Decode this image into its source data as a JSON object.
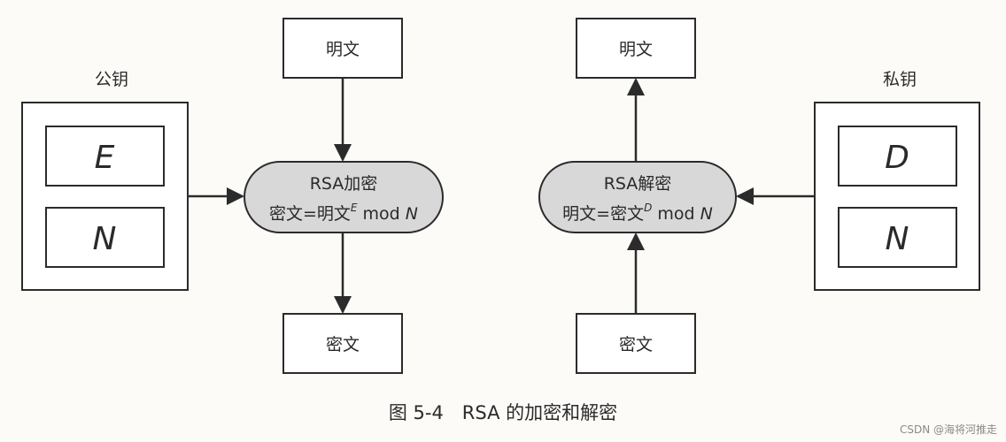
{
  "enc": {
    "key_label": "公钥",
    "key_e": "E",
    "key_n": "N",
    "plaintext": "明文",
    "ciphertext": "密文",
    "process_title": "RSA加密",
    "formula_lhs": "密文=明文",
    "formula_sup": "E",
    "formula_mod": " mod ",
    "formula_var": "N"
  },
  "dec": {
    "key_label": "私钥",
    "key_d": "D",
    "key_n": "N",
    "plaintext": "明文",
    "ciphertext": "密文",
    "process_title": "RSA解密",
    "formula_lhs": "明文=密文",
    "formula_sup": "D",
    "formula_mod": " mod ",
    "formula_var": "N"
  },
  "caption": "图 5-4　RSA 的加密和解密",
  "watermark": "CSDN @海将河推走",
  "colors": {
    "node_fill": "#d8d8d8",
    "stroke": "#2b2b2b",
    "box_fill": "#ffffff"
  }
}
